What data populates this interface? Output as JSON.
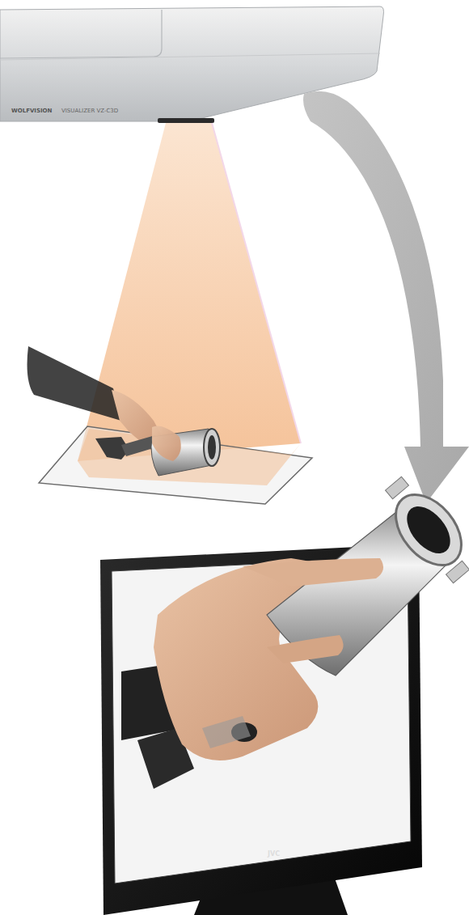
{
  "diagram": {
    "labels": [
      "WOLFVISION",
      "VISUALIZER VZ-C3D",
      "JVC"
    ]
  }
}
